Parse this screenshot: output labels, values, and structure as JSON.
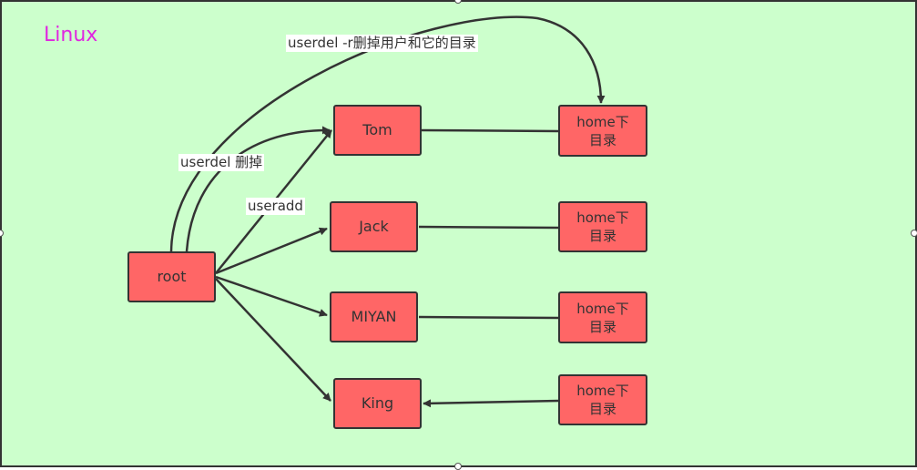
{
  "diagram": {
    "title": "Linux",
    "nodes": {
      "root": "root",
      "tom": "Tom",
      "jack": "Jack",
      "miyan": "MIYAN",
      "king": "King",
      "home_dir": "home下\n目录"
    },
    "edge_labels": {
      "useradd": "useradd",
      "userdel": "userdel 删掉",
      "userdel_r": "userdel -r删掉用户和它的目录"
    },
    "colors": {
      "background": "#ccffcc",
      "node_fill": "#ff6666",
      "stroke": "#333333",
      "title": "#e026e0"
    }
  }
}
